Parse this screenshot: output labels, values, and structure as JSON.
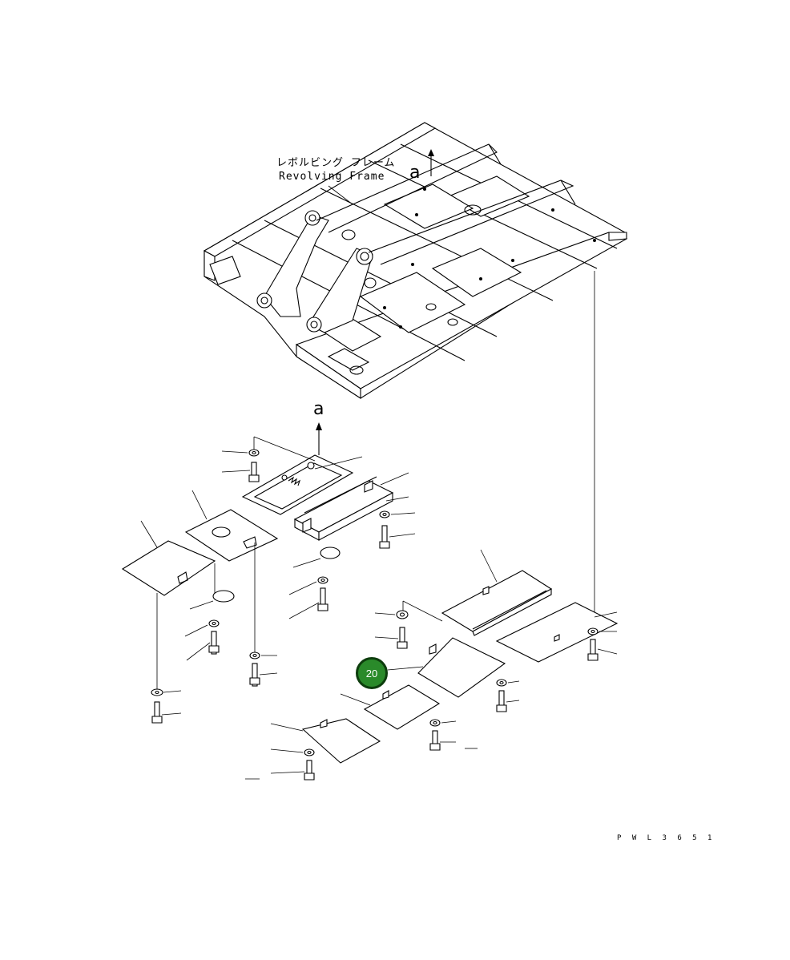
{
  "labels": {
    "frame_jp": "レボルビング フレーム",
    "frame_en": "Revolving Frame",
    "view_a_top": "a",
    "view_a_lower": "a",
    "drawing_code": "P W L 3 6 5 1"
  },
  "callout": {
    "number": "20",
    "color": "#2a8a2a"
  }
}
